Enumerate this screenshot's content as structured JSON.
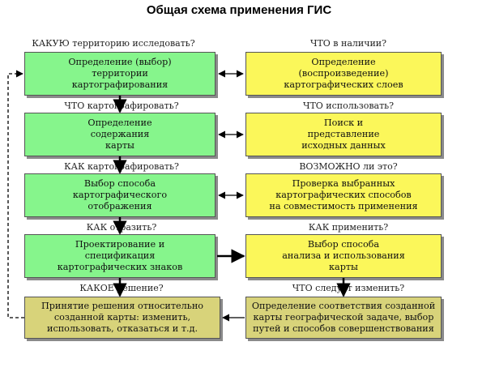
{
  "title": "Общая схема применения ГИС",
  "left_column": [
    {
      "question": "КАКУЮ территорию исследовать?",
      "box": "Определение (выбор)\nтерритории\nкартографирования"
    },
    {
      "question": "ЧТО картографировать?",
      "box": "Определение\nсодержания\nкарты"
    },
    {
      "question": "КАК картографировать?",
      "box": "Выбор способа\nкартографического\nотображения"
    },
    {
      "question": "КАК отразить?",
      "box": "Проектирование и\nспецификация\nкартографических знаков"
    },
    {
      "question": "КАКОЕ решение?",
      "box": "Принятие решения относительно\nсозданной карты: изменить,\nиспользовать, отказаться и т.д."
    }
  ],
  "right_column": [
    {
      "question": "ЧТО в наличии?",
      "box": "Определение\n(воспроизведение)\nкартографических слоев"
    },
    {
      "question": "ЧТО использовать?",
      "box": "Поиск и\nпредставление\nисходных данных"
    },
    {
      "question": "ВОЗМОЖНО ли это?",
      "box": "Проверка выбранных\nкартографических способов\nна совместимость применения"
    },
    {
      "question": "КАК применить?",
      "box": "Выбор способа\nанализа и использования\nкарты"
    },
    {
      "question": "ЧТО следует изменить?",
      "box": "Определение соответствия созданной\nкарты географической задаче, выбор\nпутей и способов совершенствования"
    }
  ],
  "colors": {
    "left_boxes": "#86f58c",
    "right_boxes": "#fbf75a",
    "decision_boxes": "#d8d37a"
  }
}
